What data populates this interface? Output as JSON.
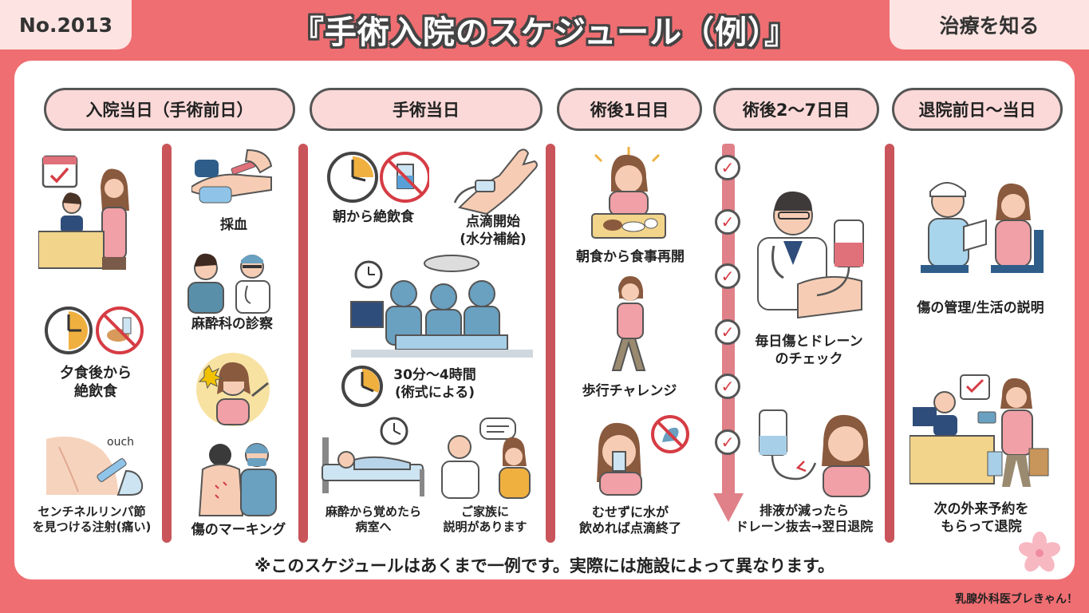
{
  "header": {
    "number": "No.2013",
    "title": "『手術入院のスケジュール（例）』",
    "category": "治療を知る"
  },
  "phases": [
    "入院当日（手術前日）",
    "手術当日",
    "術後1日目",
    "術後2〜7日目",
    "退院前日〜当日"
  ],
  "day_before": {
    "dinner_fast": "夕食後から\n絶飲食",
    "sentinel": "センチネルリンパ節\nを見つける注射(痛い)",
    "ouch": "ouch",
    "blood": "採血",
    "anesthesia_exam": "麻酔科の診察",
    "marking": "傷のマーキング"
  },
  "surgery_day": {
    "fast": "朝から絶飲食",
    "drip": "点滴開始\n(水分補給)",
    "duration": "30分〜4時間\n(術式による)",
    "wake": "麻酔から覚めたら\n病室へ",
    "family": "ご家族に\n説明があります"
  },
  "post_day1": {
    "meal": "朝食から食事再開",
    "walk": "歩行チャレンジ",
    "water": "むせずに水が\n飲めれば点滴終了"
  },
  "post_day2_7": {
    "check": "毎日傷とドレーン\nのチェック",
    "drain": "排液が減ったら\nドレーン抜去→翌日退院"
  },
  "discharge": {
    "explain": "傷の管理/生活の説明",
    "appointment": "次の外来予約を\nもらって退院"
  },
  "footer": {
    "disclaimer": "※このスケジュールはあくまで一例です。実際には施設によって異なります。",
    "brand": "乳腺外科医ブレきゃん！"
  },
  "colors": {
    "background": "#ef6e72",
    "phase_fill": "#fbd9d8",
    "divider": "#c95459",
    "accent_red": "#d63c44"
  },
  "icons": [
    "calendar-icon",
    "clock-icon",
    "no-drink-icon",
    "check-icon",
    "arrow-down-icon",
    "sakura-icon"
  ]
}
